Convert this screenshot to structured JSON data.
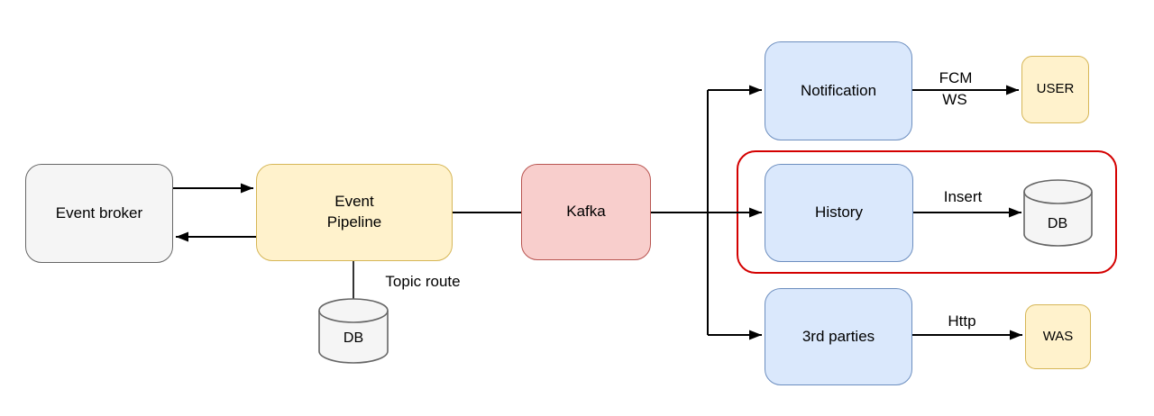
{
  "diagram": {
    "type": "flow-diagram",
    "nodes": {
      "event_broker": {
        "label": "Event broker"
      },
      "event_pipeline": {
        "label": "Event\nPipeline"
      },
      "kafka": {
        "label": "Kafka"
      },
      "notification": {
        "label": "Notification"
      },
      "history": {
        "label": "History"
      },
      "third_parties": {
        "label": "3rd parties"
      },
      "user": {
        "label": "USER"
      },
      "was": {
        "label": "WAS"
      },
      "history_db": {
        "label": "DB"
      },
      "topic_db": {
        "label": "DB"
      }
    },
    "edge_labels": {
      "fcm": "FCM",
      "ws": "WS",
      "insert": "Insert",
      "http": "Http",
      "topic_route": "Topic route"
    },
    "groups": {
      "history_group": {
        "contains": [
          "history",
          "history_db"
        ],
        "outline_color": "#d40000"
      }
    },
    "colors": {
      "background": "#ffffff",
      "connector": "#000000",
      "group_outline": "#d40000",
      "gray_fill": "#f5f5f5",
      "gray_border": "#666666",
      "yellow_fill": "#fff2cc",
      "yellow_border": "#d6b656",
      "red_fill": "#f8cecc",
      "red_border": "#b85450",
      "blue_fill": "#dae8fc",
      "blue_border": "#6c8ebf"
    }
  }
}
